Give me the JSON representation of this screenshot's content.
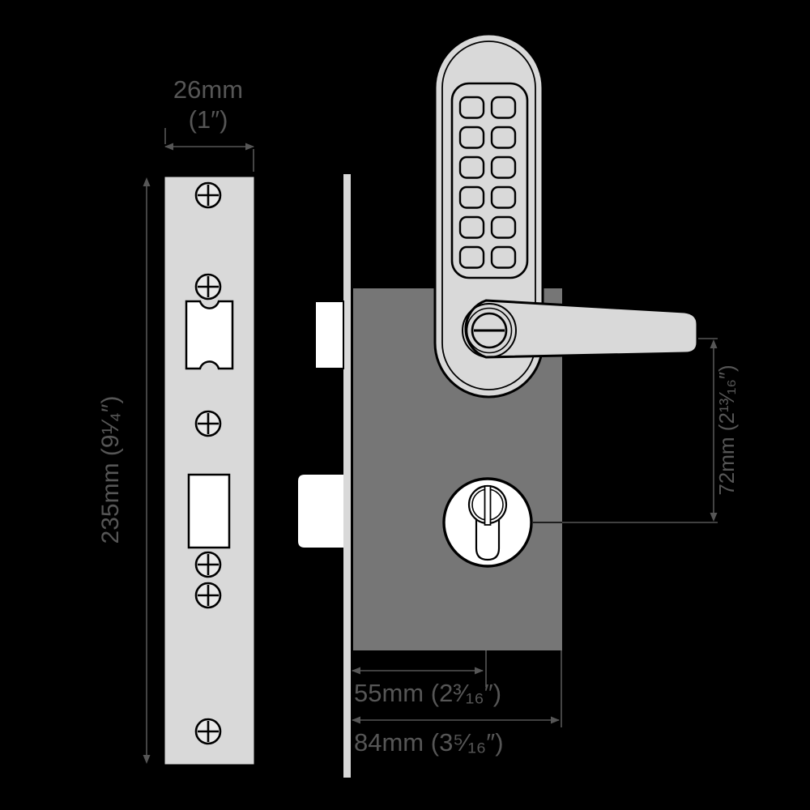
{
  "labels": {
    "faceplate_width": {
      "metric": "26mm",
      "imperial": "(1″)"
    },
    "faceplate_height": "235mm (9¹⁄₄″)",
    "backset": "55mm (2³⁄₁₆″)",
    "case_depth": "84mm (3⁵⁄₁₆″)",
    "centres": "72mm (2¹³⁄₁₆″)"
  },
  "icons": [
    "screw-head-icon",
    "keypad-button-icon",
    "spindle-screw-icon",
    "euro-cylinder-icon",
    "dimension-arrow-icon"
  ],
  "colors": {
    "background": "#000000",
    "metal_light": "#d9d9d9",
    "lock_case": "#767676",
    "cutout_white": "#ffffff",
    "outline": "#000000",
    "dimension_gray": "#565656"
  }
}
